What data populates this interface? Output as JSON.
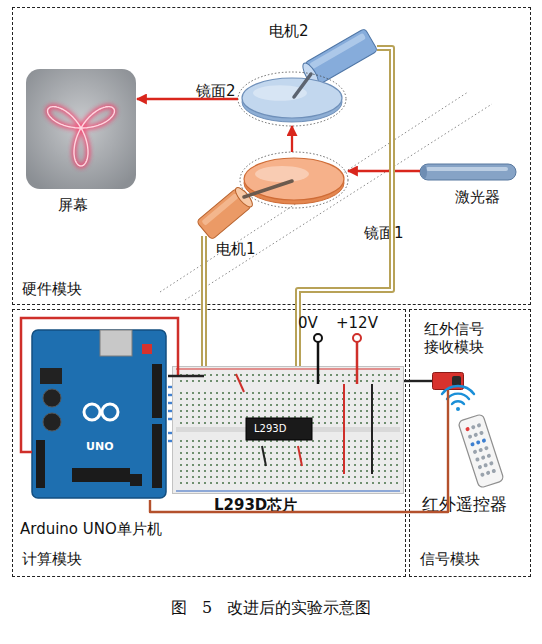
{
  "diagram": {
    "caption": "图 5 改进后的实验示意图",
    "nodes": [
      {
        "text": [
          "硬件模块"
        ]
      },
      {
        "text": [
          "屏幕"
        ],
        "in": 0
      },
      {
        "text": [
          "电机2"
        ],
        "in": 0
      },
      {
        "text": [
          "镜面2"
        ],
        "in": 0
      },
      {
        "text": [
          "镜面1"
        ],
        "in": 0
      },
      {
        "text": [
          "激光器"
        ],
        "in": 0
      },
      {
        "text": [
          "电机1"
        ],
        "in": 0
      },
      {
        "text": [
          "计算模块"
        ]
      },
      {
        "text": [
          "Arduino UNO单片机"
        ],
        "in": 7
      },
      {
        "text": [
          "L293D芯片"
        ],
        "in": 7
      },
      {
        "text": [
          "信号模块"
        ]
      },
      {
        "text": [
          "红外信号 接收模块"
        ],
        "in": 10
      },
      {
        "text": [
          "红外遥控器"
        ],
        "in": 10
      }
    ],
    "edges": [
      {
        "from": 5,
        "to": 4,
        "arrow": "to"
      },
      {
        "from": 4,
        "to": 3,
        "arrow": "to"
      },
      {
        "from": 3,
        "to": 1,
        "arrow": "to"
      },
      {
        "from": 6,
        "to": 9,
        "arrow": "none"
      },
      {
        "from": 2,
        "to": 9,
        "arrow": "none"
      },
      {
        "from": 8,
        "to": 9,
        "arrow": "none"
      },
      {
        "from": 11,
        "to": 9,
        "arrow": "none"
      },
      {
        "from": 11,
        "to": 8,
        "arrow": "none"
      }
    ],
    "labels": [
      "0V",
      "+12V",
      "L293D",
      "UNO"
    ]
  }
}
